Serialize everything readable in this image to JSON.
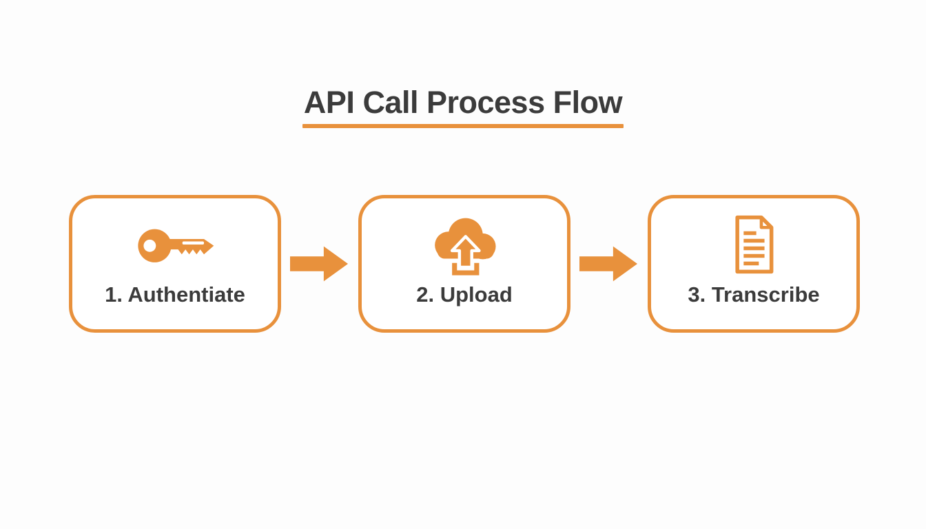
{
  "title": {
    "text": "API Call Process Flow",
    "underline_color": "#E8913C"
  },
  "steps": [
    {
      "label": "1. Authentiate",
      "icon": "key-icon"
    },
    {
      "label": "2. Upload",
      "icon": "cloud-upload-icon"
    },
    {
      "label": "3. Transcribe",
      "icon": "document-icon"
    }
  ],
  "connectors": [
    {
      "icon": "arrow-right-icon"
    },
    {
      "icon": "arrow-right-icon"
    }
  ],
  "colors": {
    "accent": "#E8913C",
    "text": "#3B3B3B",
    "box_fill": "#FFFFFF",
    "background": "#FDFDFD"
  }
}
